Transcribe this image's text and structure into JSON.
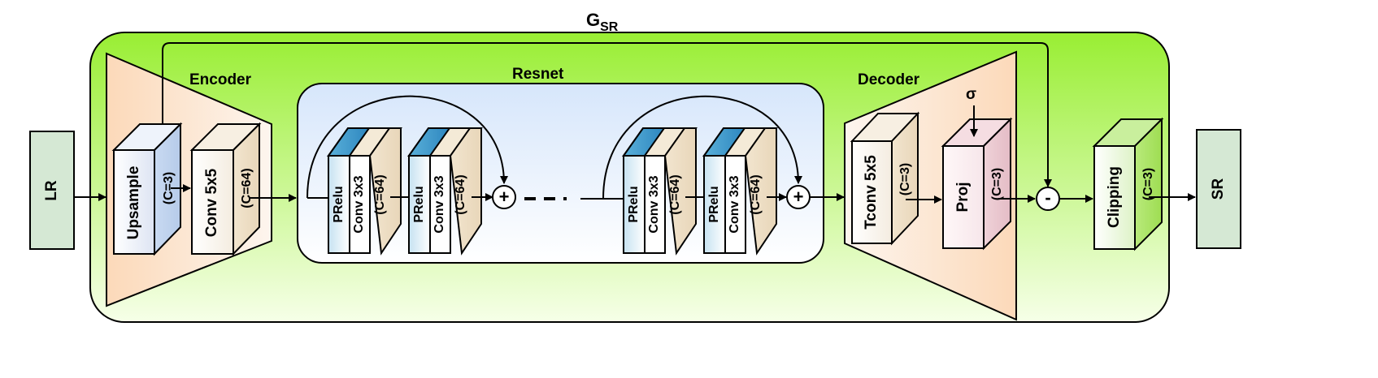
{
  "title": {
    "main": "G",
    "sub": "SR"
  },
  "input_label": "LR",
  "output_label": "SR",
  "encoder": {
    "label": "Encoder",
    "upsample": {
      "name": "Upsample",
      "channels": "(C=3)"
    },
    "conv": {
      "name": "Conv 5x5",
      "channels": "(C=64)"
    }
  },
  "resnet": {
    "label": "Resnet",
    "block": {
      "act": "PRelu",
      "conv": "Conv 3x3",
      "channels": "(C=64)"
    },
    "add_symbol": "+"
  },
  "decoder": {
    "label": "Decoder",
    "tconv": {
      "name": "Tconv 5x5",
      "channels": "(C=3)"
    },
    "proj": {
      "name": "Proj",
      "channels": "(C=3)"
    },
    "sigma": "σ"
  },
  "subtract_symbol": "-",
  "clipping": {
    "name": "Clipping",
    "channels": "(C=3)"
  },
  "colors": {
    "outer_top": "#99ee33",
    "outer_bottom": "#f6ffe8",
    "resnet_top": "#d6e6fb",
    "resnet_bottom": "#ffffff",
    "trapezoid_edge": "#fcd9b9",
    "io_box": "#d5e8d4",
    "prelu": "#2d94c8",
    "conv": "#f2e7cf",
    "proj": "#ecc7cf",
    "clipping": "#a5e45c"
  }
}
